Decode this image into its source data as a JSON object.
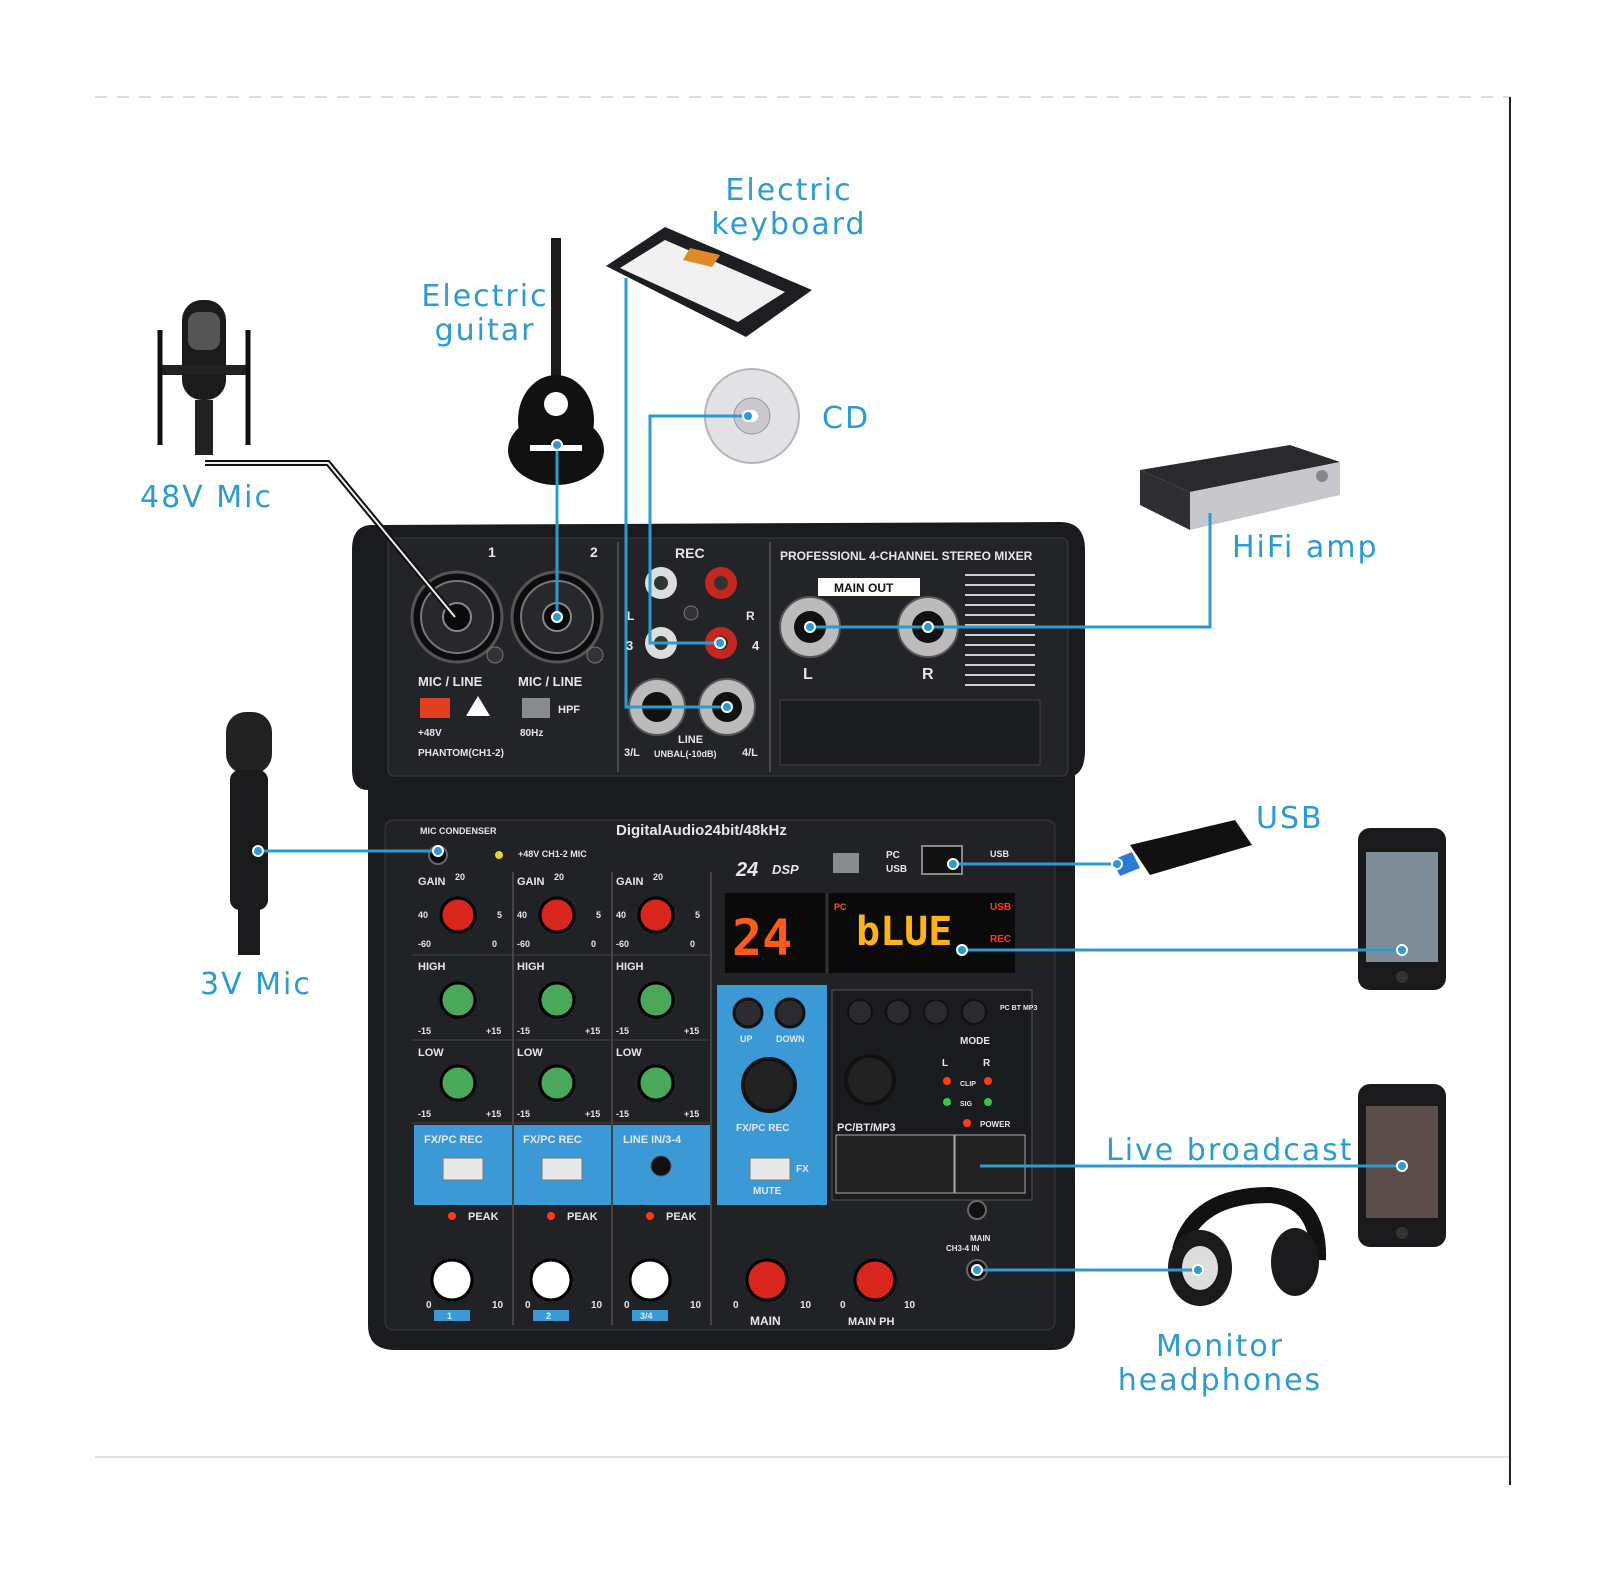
{
  "labels": {
    "keyboard_line1": "Electric",
    "keyboard_line2": "keyboard",
    "guitar_line1": "Electric",
    "guitar_line2": "guitar",
    "cd": "CD",
    "mic48": "48V Mic",
    "hifi": "HiFi amp",
    "mic3": "3V Mic",
    "usb": "USB",
    "live": "Live broadcast",
    "headphones_line1": "Monitor",
    "headphones_line2": "headphones"
  },
  "mixer": {
    "top": {
      "ch1": "1",
      "ch2": "2",
      "mic_line_1": "MIC / LINE",
      "mic_line_2": "MIC / LINE",
      "plus48v": "+48V",
      "phantom": "PHANTOM(CH1-2)",
      "hpf": "HPF",
      "hz80": "80Hz",
      "rec": "REC",
      "l_small": "L",
      "r_small": "R",
      "in3": "3",
      "in4": "4",
      "line": "LINE",
      "in3l": "3/L",
      "unbal": "UNBAL(-10dB)",
      "in4l": "4/L",
      "title": "PROFESSIONL 4-CHANNEL STEREO MIXER",
      "main_out": "MAIN OUT",
      "out_l": "L",
      "out_r": "R"
    },
    "bottom": {
      "mic_condenser": "MIC CONDENSER",
      "plus48v_mic": "+48V CH1-2 MIC",
      "digital": "DigitalAudio24bit/48kHz",
      "dsp_num": "24",
      "dsp": "DSP",
      "pc": "PC",
      "usb_sel": "USB",
      "usb_port": "USB",
      "display_left": "24",
      "display_right": "bLUE",
      "disp_pc": "PC",
      "disp_usb": "USB",
      "disp_rec": "REC",
      "gain": "GAIN",
      "gain_top": "20",
      "gain_left": "40",
      "gain_right": "5",
      "gain_bl": "-60",
      "gain_br": "0",
      "high": "HIGH",
      "low": "LOW",
      "eq_min": "-15",
      "eq_max": "+15",
      "fx_pc_rec": "FX/PC REC",
      "line_in_34": "LINE IN/3-4",
      "peak": "PEAK",
      "knob_min": "0",
      "knob_max": "10",
      "ch_labels": [
        "1",
        "2",
        "3/4"
      ],
      "up": "UP",
      "down": "DOWN",
      "fx_pc_rec_mid": "FX/PC REC",
      "fx": "FX",
      "mute": "MUTE",
      "main": "MAIN",
      "pc_bt_mp3_side": "PC BT MP3",
      "mode": "MODE",
      "pc_bt_mp3": "PC/BT/MP3",
      "l": "L",
      "r": "R",
      "clip": "CLIP",
      "sig": "SIG",
      "power": "POWER",
      "main_out_sw": "MAIN",
      "ch34_in": "CH3-4 IN",
      "main_ph": "MAIN PH"
    }
  },
  "colors": {
    "accent": "#2b9bd1",
    "panel": "#1c1d21",
    "blue_strip": "#3b9ad6",
    "led_red": "#ff4a1a",
    "led_amber": "#ffb21a",
    "knob_red": "#d9261c",
    "knob_green": "#4aa85a"
  }
}
